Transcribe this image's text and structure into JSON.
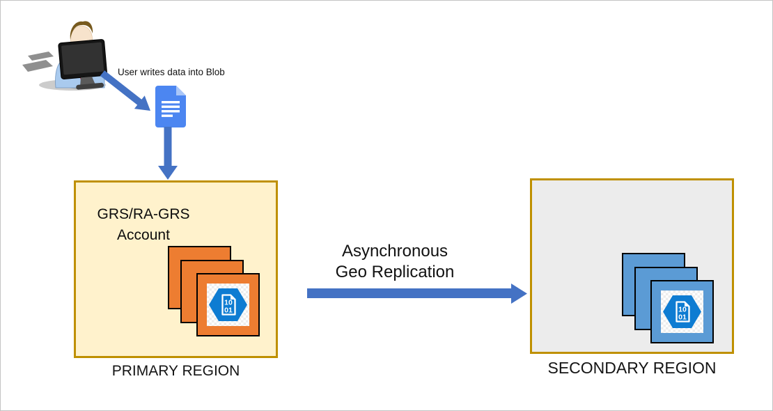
{
  "diagram": {
    "user_flow": {
      "caption": "User writes data into Blob"
    },
    "replication_arrow": {
      "label_line1": "Asynchronous",
      "label_line2": "Geo Replication"
    },
    "primary_region": {
      "account_label": "GRS/RA-GRS Account",
      "region_label": "PRIMARY REGION"
    },
    "secondary_region": {
      "region_label": "SECONDARY REGION"
    },
    "blob_icon": {
      "line1": "10",
      "line2": "01"
    },
    "colors": {
      "arrow": "#4472C4",
      "region_border": "#BF9000",
      "primary_fill": "#FFF2CC",
      "secondary_fill": "#ECECEC",
      "primary_stack": "#ED7D31",
      "secondary_stack": "#5B9BD5",
      "hexagon": "#0E7CD2",
      "doc_icon": "#4C86F1",
      "doc_fold": "#A9C6F8"
    }
  }
}
